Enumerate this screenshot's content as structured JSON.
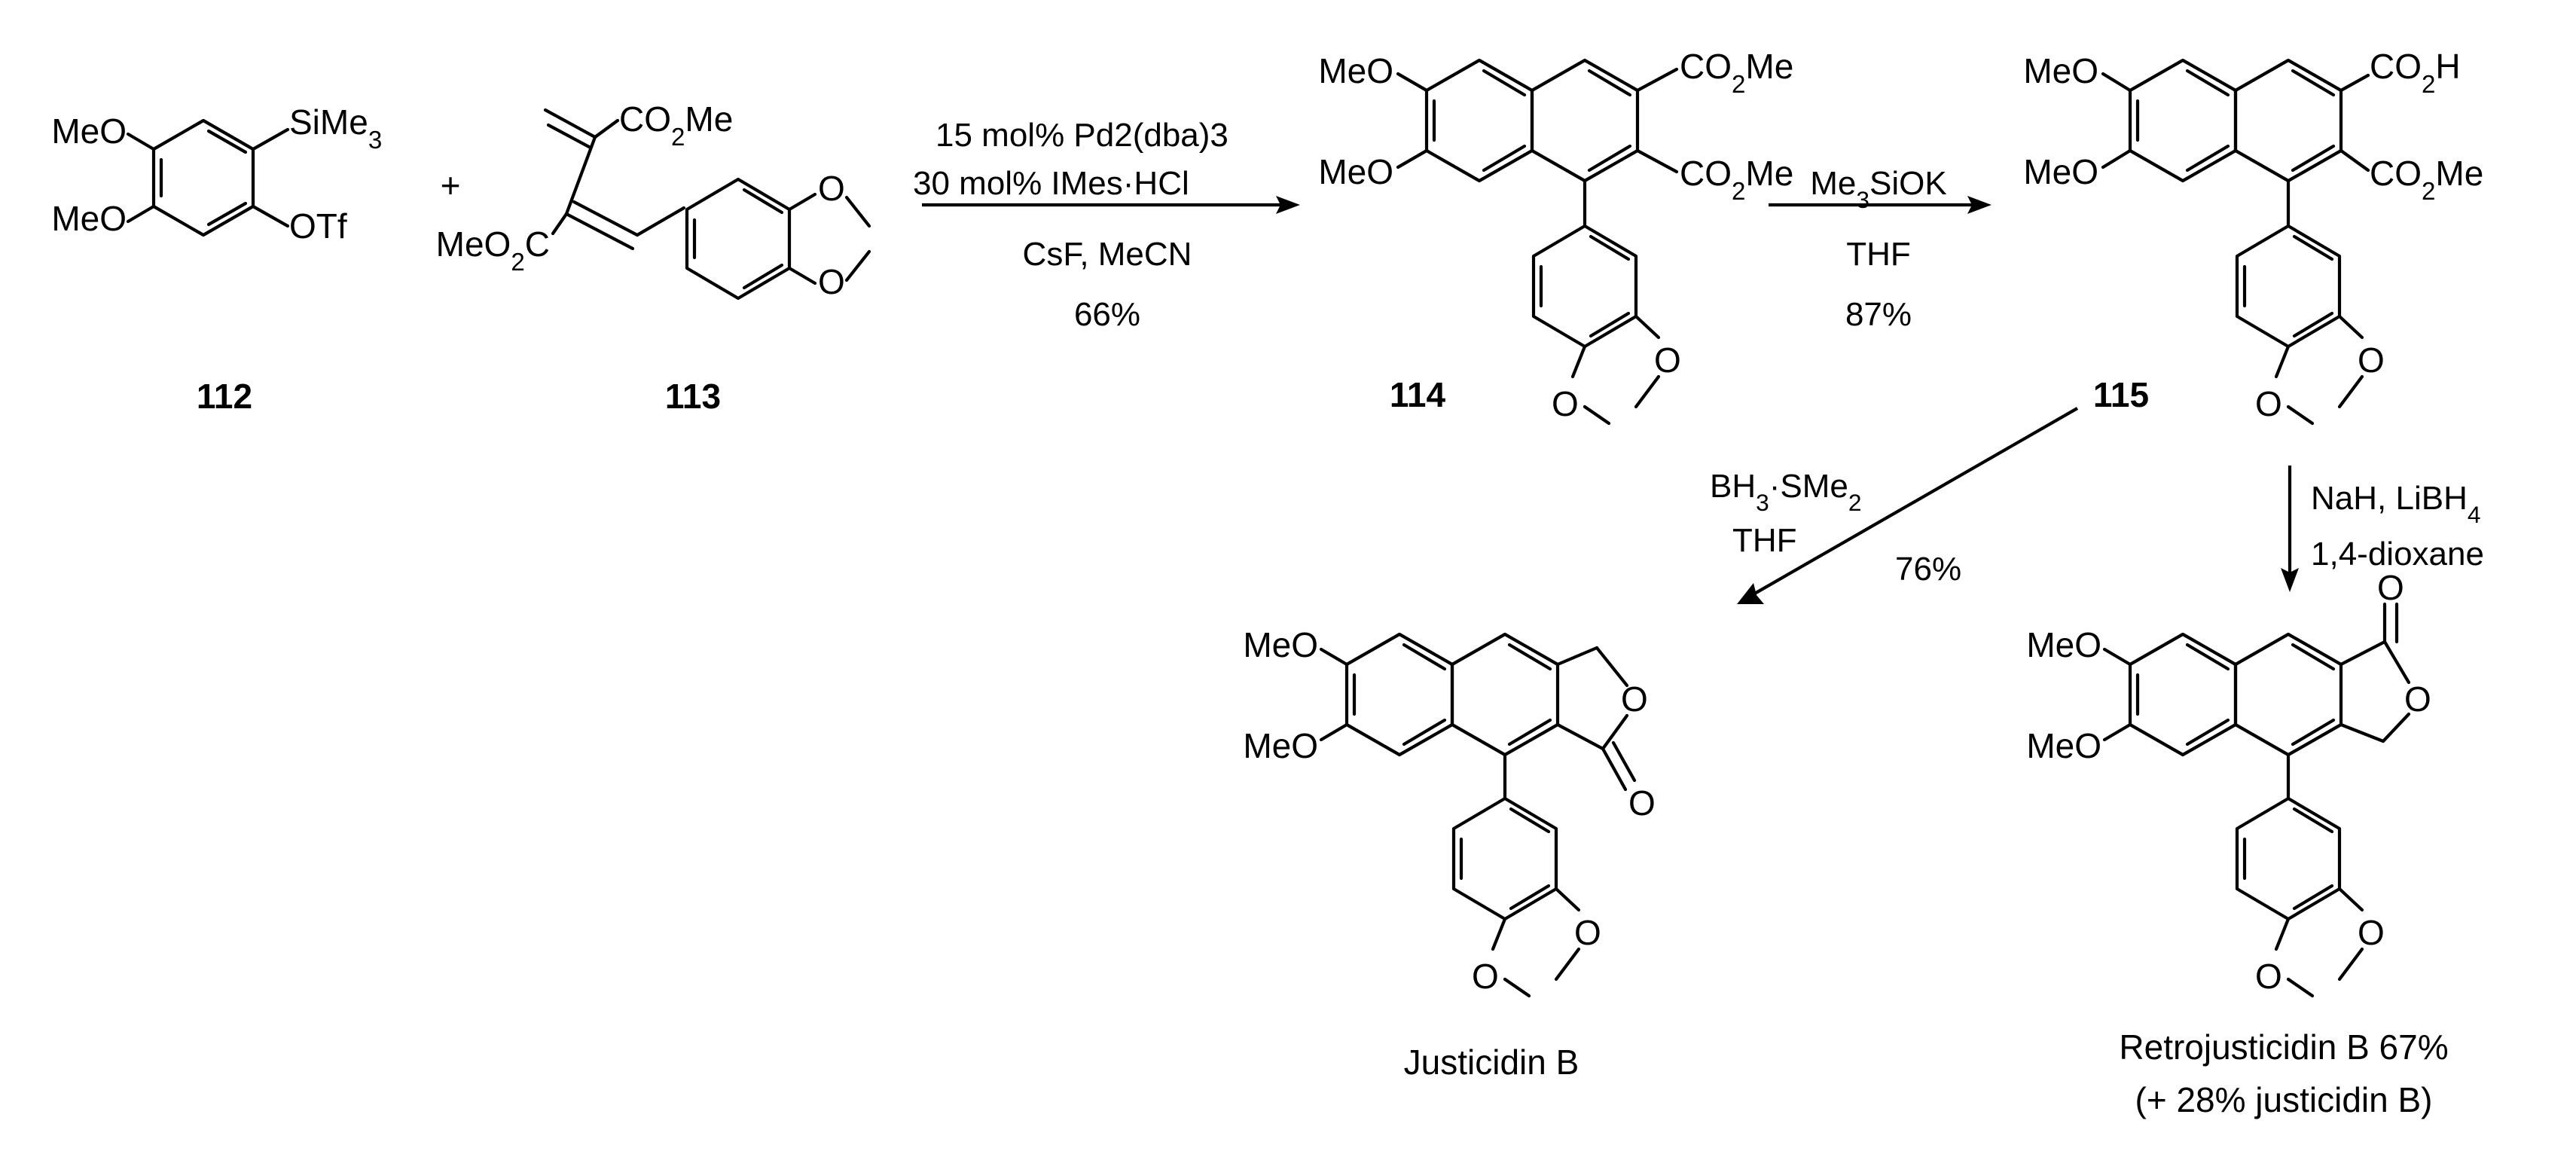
{
  "compounds": {
    "c112": {
      "number": "112",
      "substituents": [
        "MeO",
        "MeO",
        "SiMe3",
        "OTf"
      ]
    },
    "c113": {
      "number": "113",
      "substituents": [
        "CO2Me",
        "MeO2C",
        "O",
        "O"
      ]
    },
    "c114": {
      "number": "114",
      "substituents": [
        "MeO",
        "MeO",
        "CO2Me",
        "CO2Me",
        "O",
        "O"
      ]
    },
    "c115": {
      "number": "115",
      "substituents": [
        "MeO",
        "MeO",
        "CO2H",
        "CO2Me",
        "O",
        "O"
      ]
    },
    "justicidin": {
      "caption": "Justicidin B",
      "substituents": [
        "MeO",
        "MeO",
        "O",
        "O",
        "O",
        "O"
      ]
    },
    "retro": {
      "caption_line1": "Retrojusticidin B 67%",
      "caption_line2": "(+ 28% justicidin B)",
      "substituents": [
        "MeO",
        "MeO",
        "O",
        "O",
        "O",
        "O"
      ]
    }
  },
  "plus_sign": "+",
  "steps": [
    {
      "id": "step1",
      "conditions": [
        "15 mol% Pd2(dba)3",
        "30 mol%  IMes·HCl",
        "CsF, MeCN",
        "66%"
      ]
    },
    {
      "id": "step2",
      "conditions": [
        "Me3SiOK",
        "THF",
        "87%"
      ]
    },
    {
      "id": "step3",
      "conditions": [
        "BH3·SMe2",
        "THF",
        "76%"
      ]
    },
    {
      "id": "step4",
      "conditions": [
        "NaH, LiBH4",
        "1,4-dioxane"
      ]
    }
  ]
}
